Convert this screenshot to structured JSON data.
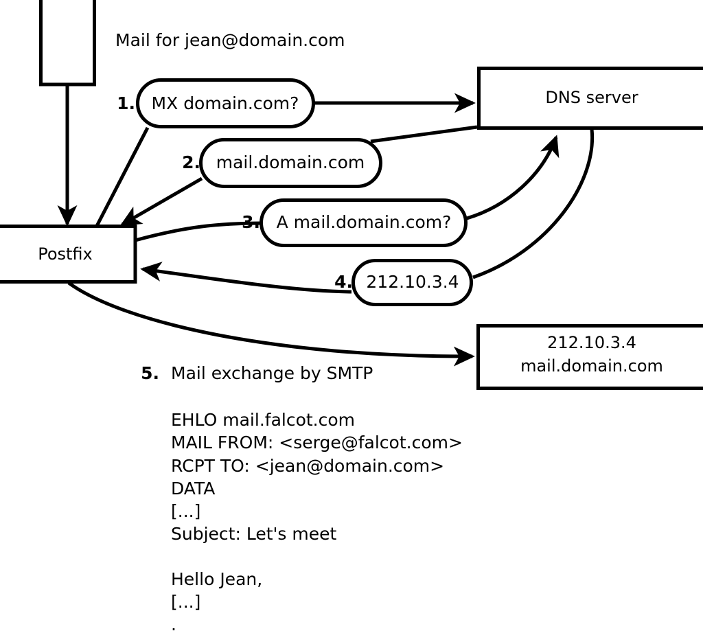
{
  "diagram": {
    "title_note": "Mail for jean@domain.com",
    "nodes": [
      {
        "id": "client",
        "label": ""
      },
      {
        "id": "postfix",
        "label": "Postfix"
      },
      {
        "id": "dns",
        "label": "DNS server"
      },
      {
        "id": "remote_mx_line1",
        "label": "212.10.3.4"
      },
      {
        "id": "remote_mx_line2",
        "label": "mail.domain.com"
      }
    ],
    "steps": [
      {
        "number": "1.",
        "label": "MX domain.com?"
      },
      {
        "number": "2.",
        "label": "mail.domain.com"
      },
      {
        "number": "3.",
        "label": "A mail.domain.com?"
      },
      {
        "number": "4.",
        "label": "212.10.3.4"
      }
    ],
    "step5": {
      "number": "5.",
      "label": "Mail exchange by SMTP"
    },
    "smtp_session": [
      "EHLO mail.falcot.com",
      "MAIL FROM: <serge@falcot.com>",
      "RCPT TO: <jean@domain.com>",
      "DATA",
      "[...]",
      "Subject: Let's meet",
      "",
      "Hello Jean,",
      "[...]",
      "."
    ],
    "colors": {
      "stroke": "#000000",
      "fill": "#ffffff",
      "background": "#ffffff"
    }
  }
}
